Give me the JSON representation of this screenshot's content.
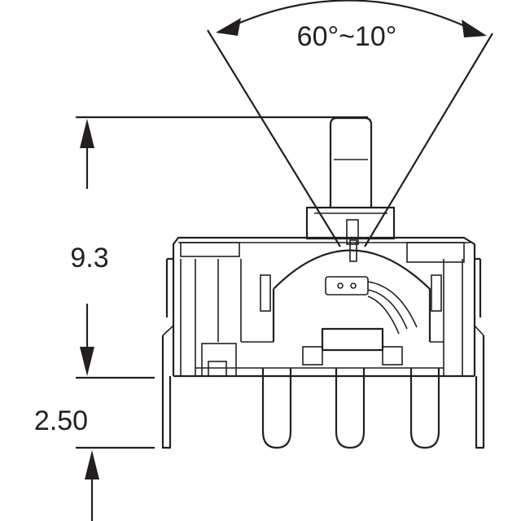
{
  "diagram": {
    "angle_label": "60°~10°",
    "height_label": "9.3",
    "pin_label": "2.50"
  },
  "colors": {
    "ink": "#231f20",
    "background": "#ffffff"
  }
}
